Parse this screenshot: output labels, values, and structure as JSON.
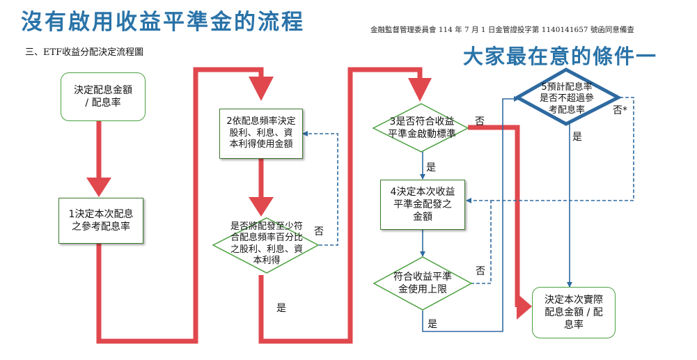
{
  "header": {
    "title": "沒有啟用收益平準金的流程",
    "notice": "金融監督管理委員會 114 年 7 月 1 日金管證投字第 1140141657 號函同意備查",
    "subtitle": "三、ETF收益分配決定流程圖",
    "highlight": "大家最在意的條件一"
  },
  "flow": {
    "start": "決定配息金額\n/ 配息率",
    "step1": "1決定本次配息\n之參考配息率",
    "step2": "2依配息頻率決定\n股利、利息、資\n本利得使用金額",
    "decision2": "是否將配發至少符\n合配息頻率百分比\n之股利、利息、資\n本利得",
    "decision3": "3是否符合收益\n平準金啟動標準",
    "step4": "4決定本次收益\n平準金配發之\n金額",
    "decision4": "符合收益平準\n金使用上限",
    "decision5": "5預計配息率\n是否不超過參\n考配息率",
    "final": "決定本次實際\n配息金額 / 配\n息率"
  },
  "labels": {
    "no_d2": "否",
    "yes_d2": "是",
    "no_d3": "否",
    "yes_d3": "是",
    "no_d4": "否",
    "yes_d4": "是",
    "no_d5": "否*",
    "yes_d5": "是"
  },
  "colors": {
    "title_blue": "#2a73a8",
    "flow_red": "#e0484e",
    "connector_blue": "#2e6aa0",
    "box_green": "#4aa03f"
  }
}
